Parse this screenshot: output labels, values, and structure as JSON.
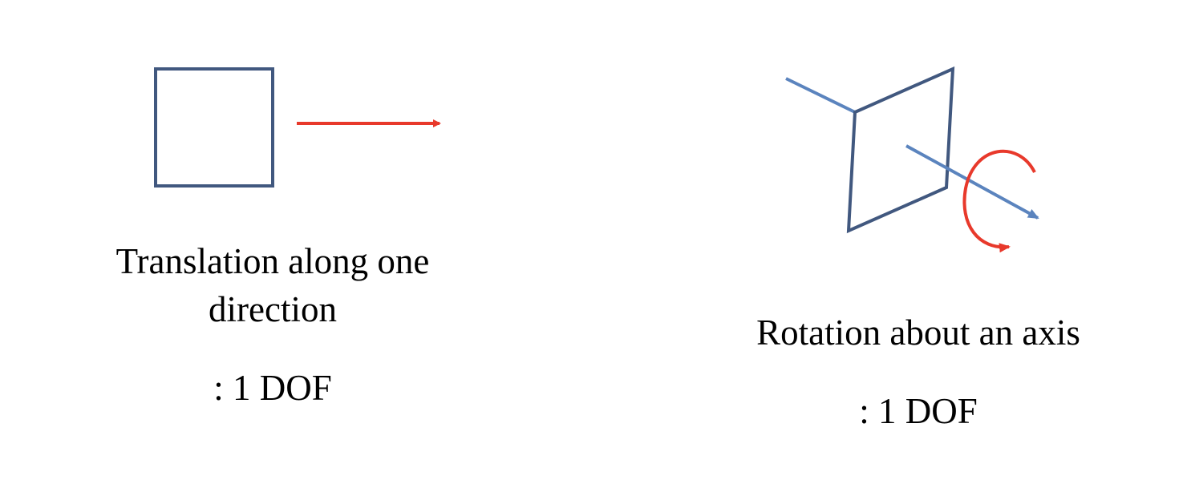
{
  "colors": {
    "square_stroke": "#41587f",
    "axis_stroke": "#5b84be",
    "arrow_red": "#e8392b",
    "text": "#000000"
  },
  "translation": {
    "caption_line1": "Translation along one",
    "caption_line2": "direction",
    "dof_label": ": 1 DOF"
  },
  "rotation": {
    "caption": "Rotation about an axis",
    "dof_label": ": 1 DOF"
  }
}
